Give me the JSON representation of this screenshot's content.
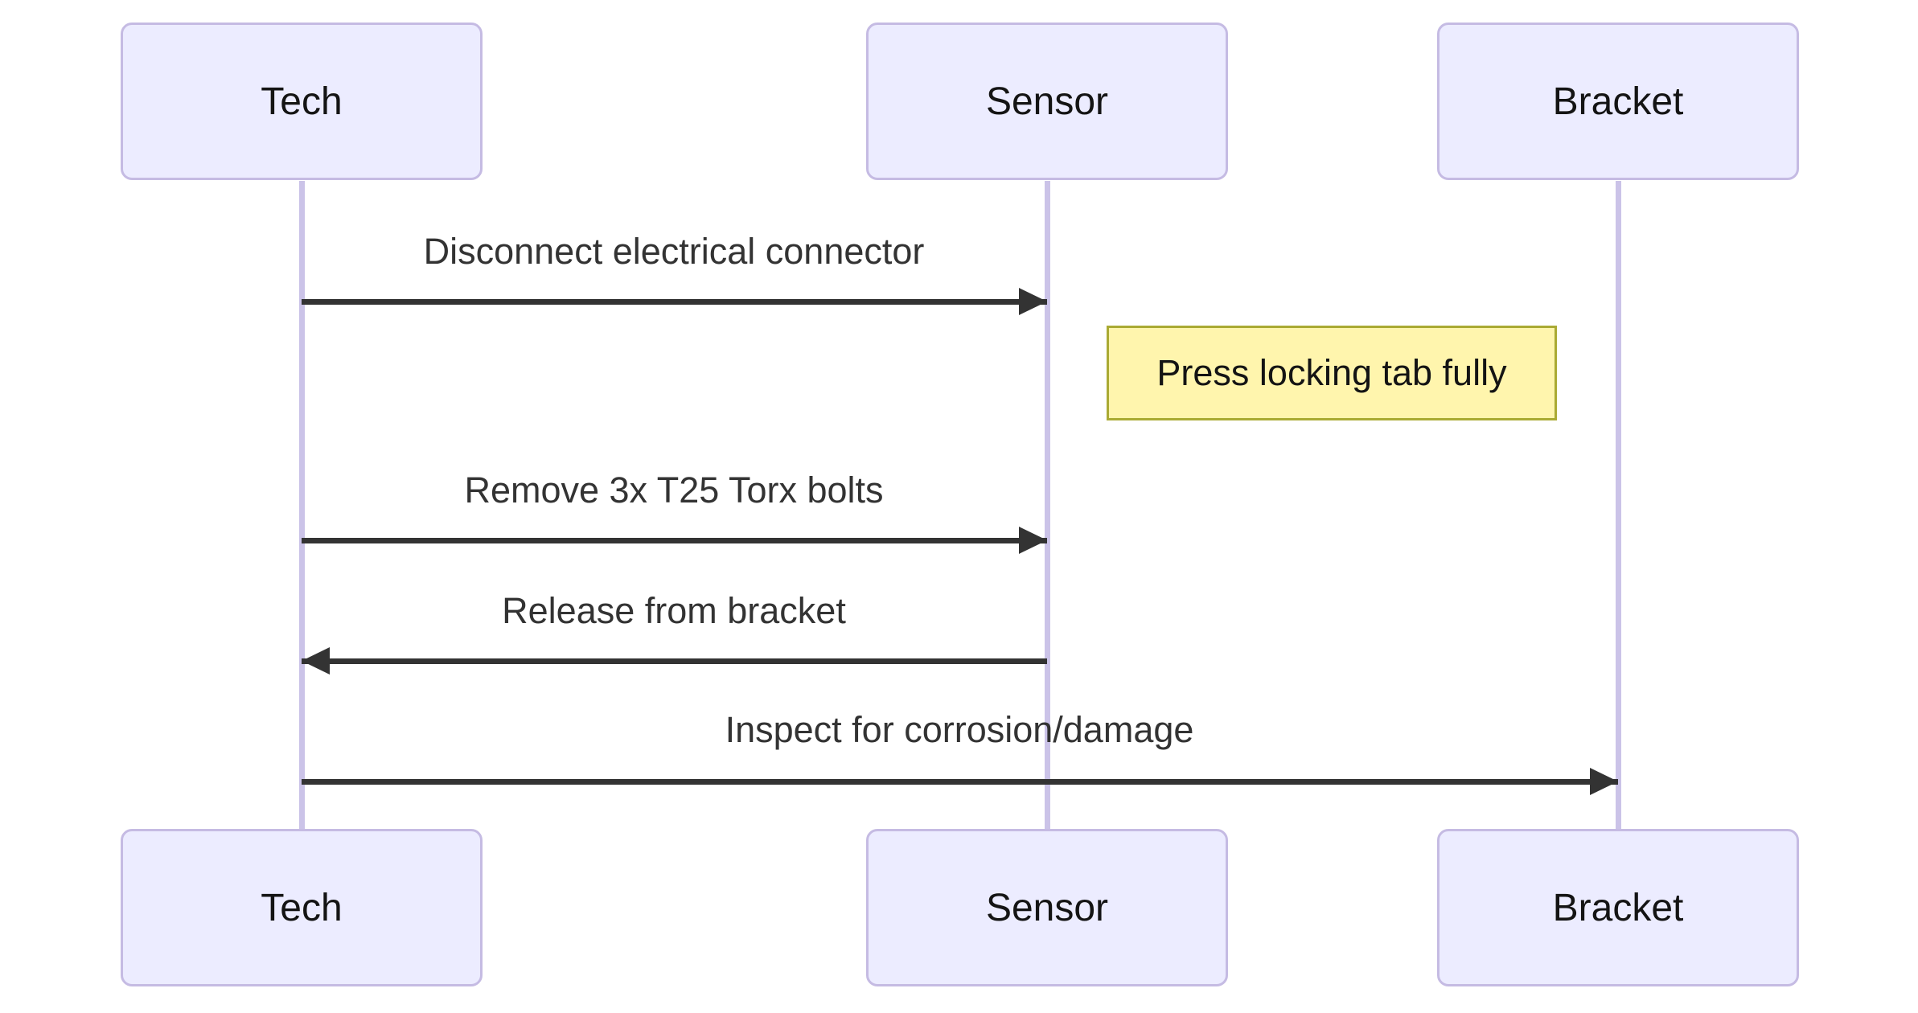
{
  "diagram": {
    "kind": "sequence-diagram",
    "background_color": "#ffffff"
  },
  "participants": [
    {
      "name": "Tech"
    },
    {
      "name": "Sensor"
    },
    {
      "name": "Bracket"
    }
  ],
  "messages": [
    {
      "from": "Tech",
      "to": "Sensor",
      "direction": "right",
      "label": "Disconnect electrical connector"
    },
    {
      "from": "Tech",
      "to": "Sensor",
      "direction": "right",
      "label": "Remove 3x T25 Torx bolts"
    },
    {
      "from": "Sensor",
      "to": "Tech",
      "direction": "left",
      "label": "Release from bracket"
    },
    {
      "from": "Tech",
      "to": "Bracket",
      "direction": "right",
      "label": "Inspect for corrosion/damage"
    }
  ],
  "note": {
    "position": "right of Sensor",
    "label": "Press locking tab fully"
  },
  "colors": {
    "actor_fill": "#ECECFF",
    "actor_border": "#c5bbe3",
    "lifeline": "#cbc3e8",
    "message_line": "#333333",
    "message_text": "#333333",
    "actor_text": "#141414",
    "note_fill": "#fff5ad",
    "note_border": "#aaaa33",
    "note_text": "#141414"
  }
}
